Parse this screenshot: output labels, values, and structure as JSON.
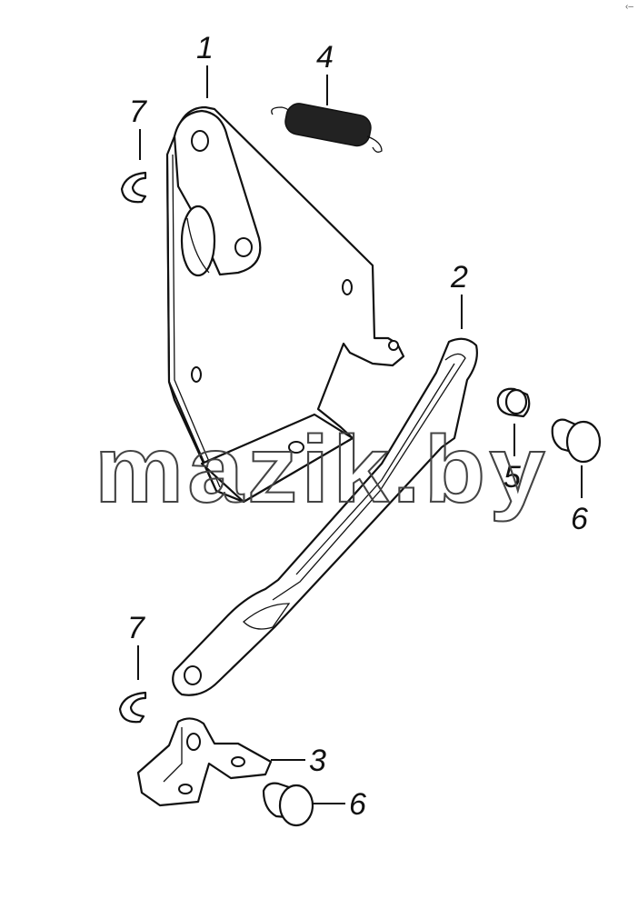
{
  "watermark": "mazik.by",
  "corner_mark": "‹–",
  "callouts": [
    {
      "id": "label-1",
      "text": "1"
    },
    {
      "id": "label-2",
      "text": "2"
    },
    {
      "id": "label-3",
      "text": "3"
    },
    {
      "id": "label-4",
      "text": "4"
    },
    {
      "id": "label-5",
      "text": "5"
    },
    {
      "id": "label-6-top",
      "text": "6"
    },
    {
      "id": "label-6-bottom",
      "text": "6"
    },
    {
      "id": "label-7-top",
      "text": "7"
    },
    {
      "id": "label-7-bottom",
      "text": "7"
    }
  ]
}
